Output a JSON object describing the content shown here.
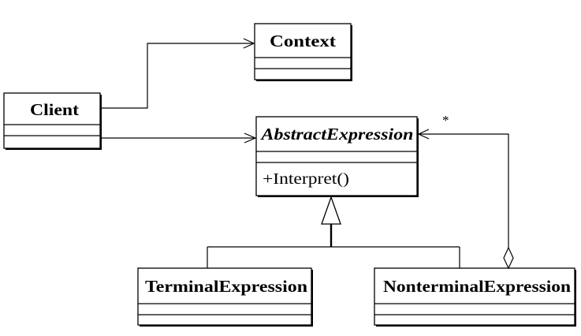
{
  "classes": {
    "context": {
      "name": "Context"
    },
    "client": {
      "name": "Client"
    },
    "abstract_expression": {
      "name": "AbstractExpression",
      "operations": [
        "+Interpret()"
      ]
    },
    "terminal_expression": {
      "name": "TerminalExpression"
    },
    "nonterminal_expression": {
      "name": "NonterminalExpression"
    }
  },
  "associations": {
    "aggregation_multiplicity": "*"
  }
}
